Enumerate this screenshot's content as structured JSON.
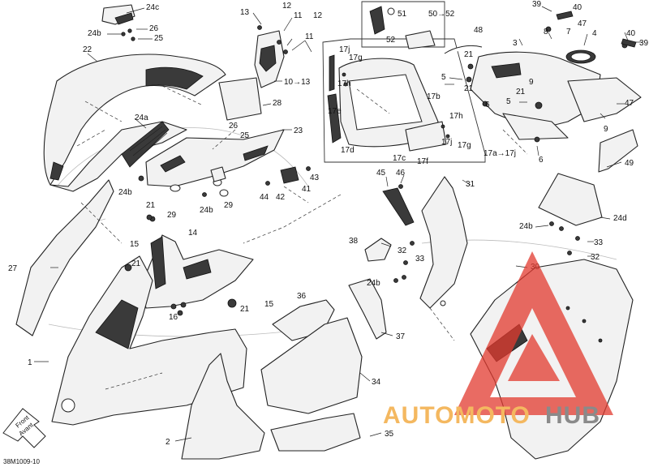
{
  "diagram_code": "38M1009-10",
  "direction_label": [
    "Front",
    "Avant"
  ],
  "watermark": {
    "text_left": "AUTOMOTO",
    "text_right": "HUB",
    "color_left": "#f4b860",
    "color_right": "#8a8a8a",
    "logo_color": "#e23a2f"
  },
  "callouts": {
    "c1": "1",
    "c2": "2",
    "c3": "3",
    "c4": "4",
    "c5a": "5",
    "c5b": "5",
    "c6a": "6",
    "c6b": "6",
    "c7": "7",
    "c8": "8",
    "c9a": "9",
    "c9b": "9",
    "c10_13": "10→13",
    "c11a": "11",
    "c11b": "11",
    "c12a": "12",
    "c12b": "12",
    "c13": "13",
    "c14": "14",
    "c15a": "15",
    "c15b": "15",
    "c16": "16",
    "c17a_17j": "17a→17j",
    "c17b": "17b",
    "c17c": "17c",
    "c17d": "17d",
    "c17e": "17e",
    "c17f": "17f",
    "c17g1": "17g",
    "c17g2": "17g",
    "c17h1": "17h",
    "c17h2": "17h",
    "c17j1": "17j",
    "c17j2": "17j",
    "c21a": "21",
    "c21b": "21",
    "c21c": "21",
    "c21d": "21",
    "c21e": "21",
    "c22": "22",
    "c23": "23",
    "c24a": "24a",
    "c24b1": "24b",
    "c24b2": "24b",
    "c24b3": "24b",
    "c24b4": "24b",
    "c24b5": "24b",
    "c24c": "24c",
    "c24d": "24d",
    "c25a": "25",
    "c25b": "25",
    "c26a": "26",
    "c26b": "26",
    "c27": "27",
    "c28": "28",
    "c29a": "29",
    "c29b": "29",
    "c30": "30",
    "c31": "31",
    "c32a": "32",
    "c32b": "32",
    "c33a": "33",
    "c33b": "33",
    "c34": "34",
    "c35": "35",
    "c36": "36",
    "c37": "37",
    "c38": "38",
    "c39": "39",
    "c40a": "40",
    "c40b": "40",
    "c41": "41",
    "c42": "42",
    "c43": "43",
    "c44": "44",
    "c45": "45",
    "c46": "46",
    "c47a": "47",
    "c47b": "47",
    "c48": "48",
    "c49": "49",
    "c50_52": "50→52",
    "c51": "51",
    "c52": "52"
  }
}
